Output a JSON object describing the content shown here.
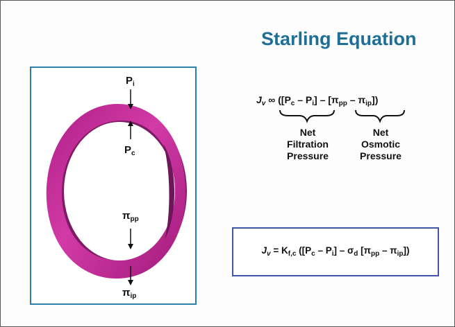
{
  "title": "Starling Equation",
  "diagram": {
    "label_top": {
      "symbol": "P",
      "sub": "i"
    },
    "label_upper": {
      "symbol": "P",
      "sub": "c"
    },
    "label_lower": {
      "symbol": "π",
      "sub": "pp"
    },
    "label_bottom": {
      "symbol": "π",
      "sub": "ip"
    },
    "ring_color": "#cc2f9f",
    "ring_shadow_color": "#7e1b66"
  },
  "equation1": {
    "lhs": "J",
    "lhs_sub": "v",
    "rel": " ∞ ([P",
    "p1_sub": "c",
    "mid1": " – P",
    "p2_sub": "i",
    "mid2": "] – [π",
    "p3_sub": "pp",
    "mid3": " – π",
    "p4_sub": "ip",
    "end": "])"
  },
  "captions": {
    "left": [
      "Net",
      "Filtration",
      "Pressure"
    ],
    "right": [
      "Net",
      "Osmotic",
      "Pressure"
    ]
  },
  "equation2": {
    "lhs": "J",
    "lhs_sub": "v",
    "eq": " = K",
    "k_sub": "f,c",
    "a": " ([P",
    "a_sub": "c",
    "b": " – P",
    "b_sub": "i",
    "c": "] – σ",
    "c_sub": "d",
    "d": " [π",
    "d_sub": "pp",
    "e": " – π",
    "e_sub": "ip",
    "f": "])"
  },
  "colors": {
    "title": "#1e6f96",
    "panel_border": "#2b7fa6",
    "box_border": "#3f55a6"
  }
}
